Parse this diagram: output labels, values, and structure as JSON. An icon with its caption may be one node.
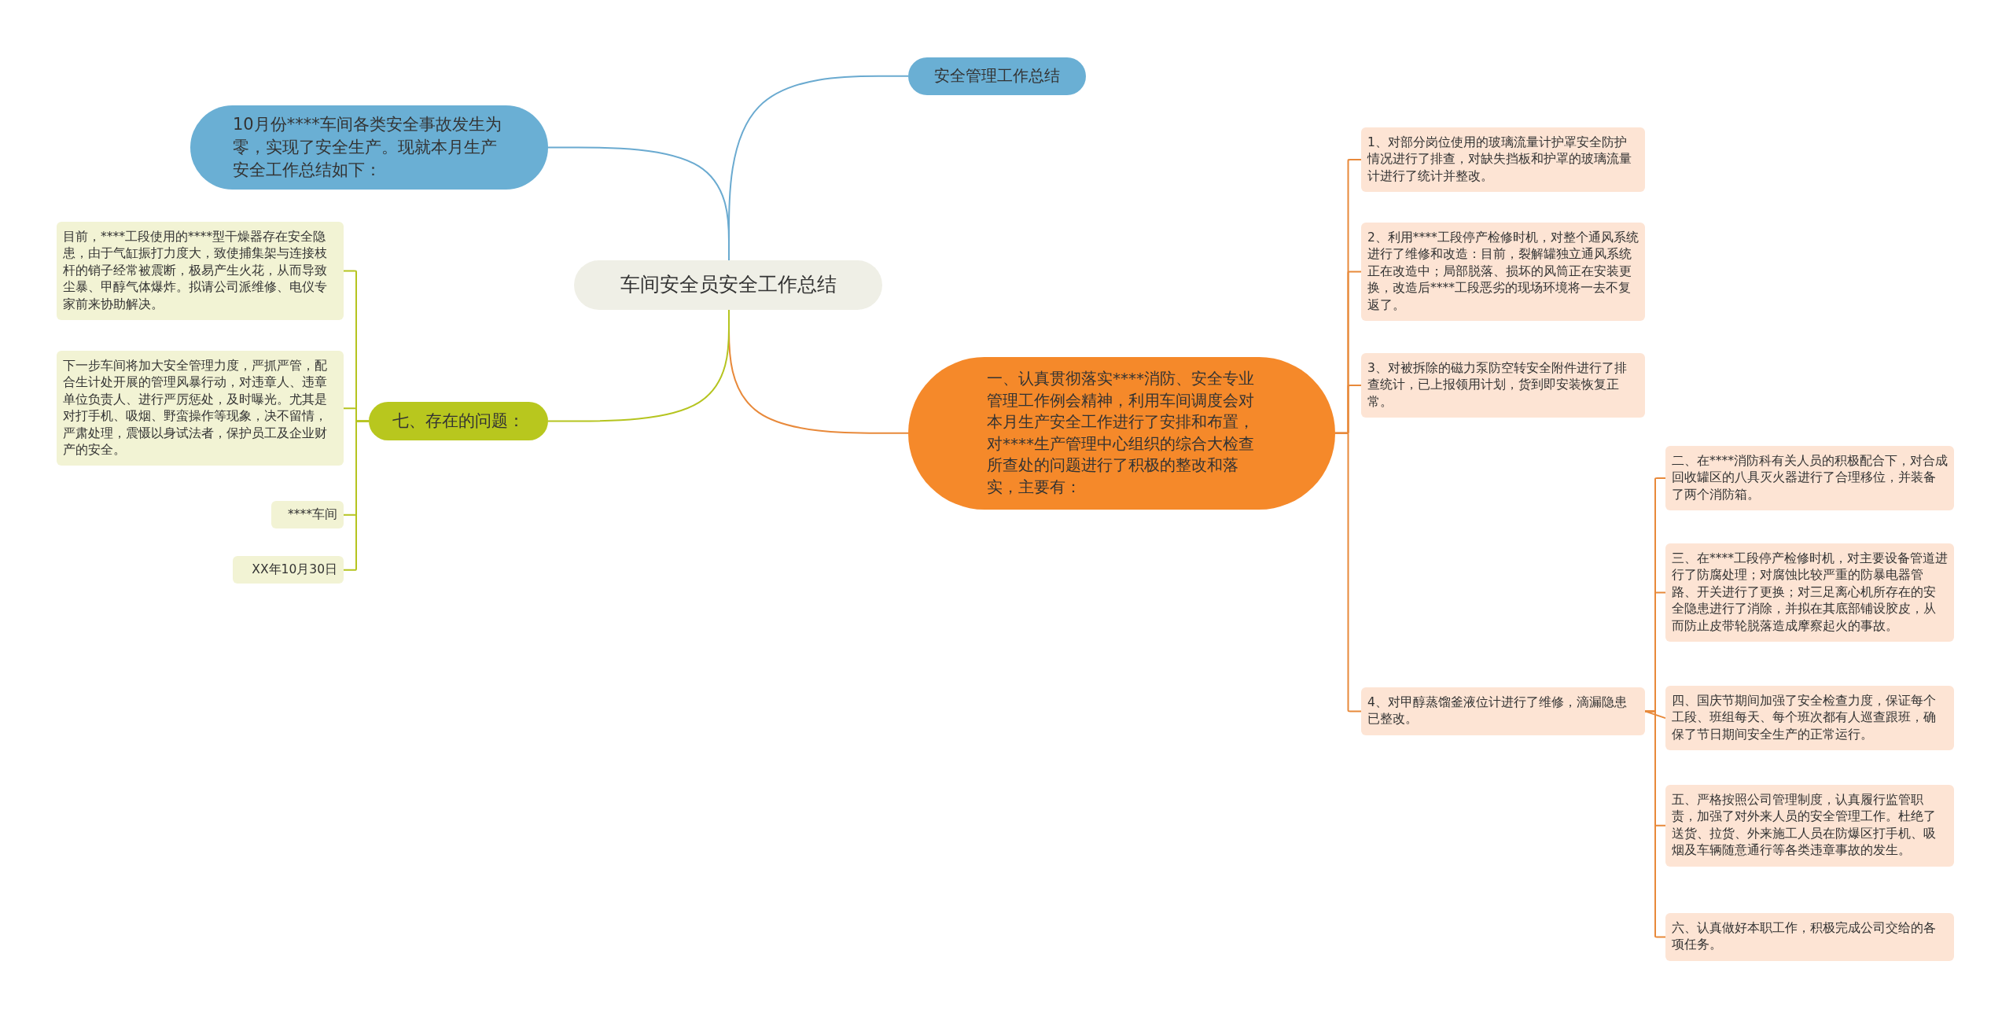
{
  "diagram": {
    "nodes": [
      {
        "text": [
          "车间安全员安全工作总结"
        ]
      },
      {
        "text": [
          "安全管理工作总结"
        ]
      },
      {
        "text": [
          "10月份****车间各类安全事故发生为零，实现了安全生产。现就本月生产安全工作总结如下："
        ]
      },
      {
        "text": [
          "一、认真贯彻落实****消防、安全专业管理工作例会精神，利用车间调度会对本月生产安全工作进行了安排和布置，对****生产管理中心组织的综合大检查所查处的问题进行了积极的整改和落实，主要有："
        ]
      },
      {
        "text": [
          "1、对部分岗位使用的玻璃流量计护罩安全防护情况进行了排查，对缺失挡板和护罩的玻璃流量计进行了统计并整改。"
        ]
      },
      {
        "text": [
          "2、利用****工段停产检修时机，对整个通风系统进行了维修和改造：目前，裂解罐独立通风系统正在改造中；局部脱落、损坏的风筒正在安装更换，改造后****工段恶劣的现场环境将一去不复返了。"
        ]
      },
      {
        "text": [
          "3、对被拆除的磁力泵防空转安全附件进行了排查统计，已上报领用计划，货到即安装恢复正常。"
        ]
      },
      {
        "text": [
          "4、对甲醇蒸馏釜液位计进行了维修，滴漏隐患已整改。"
        ]
      },
      {
        "text": [
          "二、在****消防科有关人员的积极配合下，对合成回收罐区的八具灭火器进行了合理移位，并装备了两个消防箱。"
        ]
      },
      {
        "text": [
          "三、在****工段停产检修时机，对主要设备管道进行了防腐处理；对腐蚀比较严重的防暴电器管路、开关进行了更换；对三足离心机所存在的安全隐患进行了消除，并拟在其底部铺设胶皮，从而防止皮带轮脱落造成摩察起火的事故。"
        ]
      },
      {
        "text": [
          "四、国庆节期间加强了安全检查力度，保证每个工段、班组每天、每个班次都有人巡查跟班，确保了节日期间安全生产的正常运行。"
        ]
      },
      {
        "text": [
          "五、严格按照公司管理制度，认真履行监管职责，加强了对外来人员的安全管理工作。杜绝了送货、拉货、外来施工人员在防爆区打手机、吸烟及车辆随意通行等各类违章事故的发生。"
        ]
      },
      {
        "text": [
          "六、认真做好本职工作，积极完成公司交给的各项任务。"
        ]
      },
      {
        "text": [
          "七、存在的问题："
        ]
      },
      {
        "text": [
          "目前，****工段使用的****型干燥器存在安全隐患，由于气缸振打力度大，致使捕集架与连接枝杆的销子经常被震断，极易产生火花，从而导致尘暴、甲醇气体爆炸。拟请公司派维修、电仪专家前来协助解决。"
        ]
      },
      {
        "text": [
          "下一步车间将加大安全管理力度，严抓严管，配合生计处开展的管理风暴行动，对违章人、违章单位负责人、进行严厉惩处，及时曝光。尤其是对打手机、吸烟、野蛮操作等现象，决不留情，严肃处理，震慑以身试法者，保护员工及企业财产的安全。"
        ]
      },
      {
        "text": [
          "****车间"
        ]
      },
      {
        "text": [
          "XX年10月30日"
        ]
      }
    ],
    "edges": [
      {
        "from": 0,
        "to": 1,
        "arrow": "none",
        "color": "#6aaad0"
      },
      {
        "from": 0,
        "to": 2,
        "arrow": "none",
        "color": "#6aaad0"
      },
      {
        "from": 0,
        "to": 3,
        "arrow": "none"
      },
      {
        "from": 0,
        "to": 13,
        "arrow": "none",
        "color": "#b5c41f"
      },
      {
        "from": 3,
        "to": 4,
        "arrow": "none"
      },
      {
        "from": 3,
        "to": 5,
        "arrow": "none"
      },
      {
        "from": 3,
        "to": 6,
        "arrow": "none"
      },
      {
        "from": 3,
        "to": 7,
        "arrow": "none"
      },
      {
        "from": 7,
        "to": 8,
        "arrow": "none"
      },
      {
        "from": 7,
        "to": 9,
        "arrow": "none"
      },
      {
        "from": 7,
        "to": 10,
        "arrow": "none"
      },
      {
        "from": 7,
        "to": 11,
        "arrow": "none"
      },
      {
        "from": 7,
        "to": 12,
        "arrow": "none"
      },
      {
        "from": 13,
        "to": 14,
        "arrow": "none",
        "color": "#b5c41f"
      },
      {
        "from": 13,
        "to": 15,
        "arrow": "none",
        "color": "#b5c41f"
      },
      {
        "from": 13,
        "to": 16,
        "arrow": "none",
        "color": "#b5c41f"
      },
      {
        "from": 13,
        "to": 17,
        "arrow": "none",
        "color": "#b5c41f"
      }
    ]
  }
}
